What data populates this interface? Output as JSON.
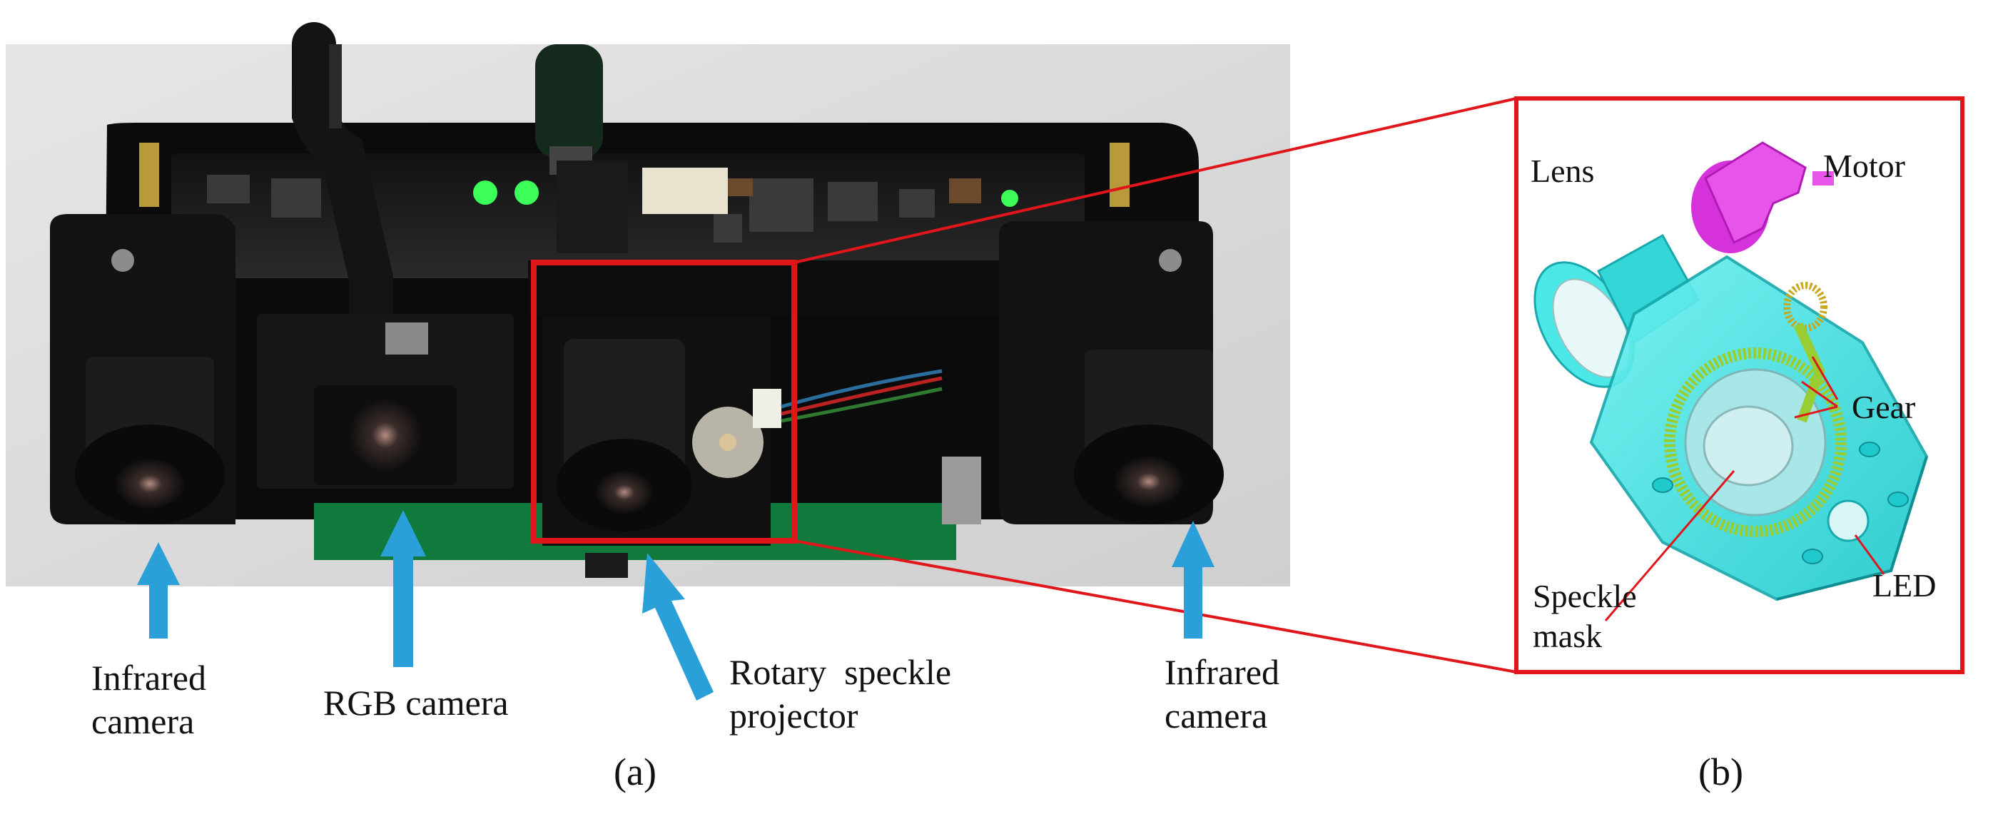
{
  "figure": {
    "photo_labels": {
      "infrared_camera_left": [
        "Infrared",
        "camera"
      ],
      "rgb_camera": "RGB camera",
      "rotary_projector": [
        "Rotary  speckle",
        "projector"
      ],
      "infrared_camera_right": [
        "Infrared",
        "camera"
      ]
    },
    "cad_labels": {
      "lens": "Lens",
      "motor": "Motor",
      "gear": "Gear",
      "led": "LED",
      "speckle_mask": [
        "Speckle",
        "mask"
      ]
    },
    "panel_labels": {
      "a": "(a)",
      "b": "(b)"
    }
  },
  "colors": {
    "arrow_blue": "#2a9fd8",
    "frame_red": "#e0161b",
    "cad_cyan": "#35e3e3",
    "motor_magenta": "#e23ce8",
    "gear_green": "#9acd32",
    "board_green": "#0f7a3c"
  }
}
